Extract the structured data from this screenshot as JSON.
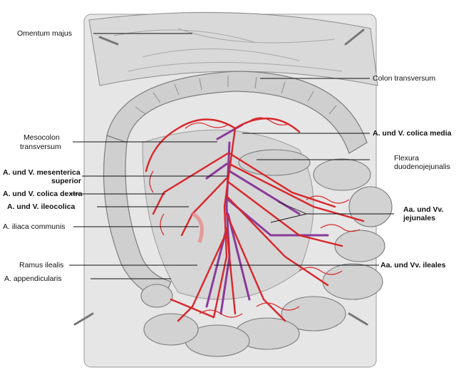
{
  "labels": {
    "omentum_majus": "Omentum majus",
    "colon_transversum": "Colon transversum",
    "mesocolon_line1": "Mesocolon",
    "mesocolon_line2": "transversum",
    "colica_media": "A. und V. colica media",
    "flexura_line1": "Flexura",
    "flexura_line2": "duodenojejunalis",
    "mesenterica_line1": "A. und V. mesenterica",
    "mesenterica_line2": "superior",
    "colica_dextra": "A. und V. colica dextra",
    "ileocolica": "A. und V. ileocolica",
    "jejunales_line1": "Aa. und Vv.",
    "jejunales_line2": "jejunales",
    "iliaca": "A. iliaca communis",
    "ramus_ilealis": "Ramus ilealis",
    "ileales": "Aa. und Vv. ileales",
    "appendicularis": "A. appendicularis"
  },
  "colors": {
    "artery": "#d8262a",
    "vein": "#8a3a9a",
    "tissue": "#c9c9c9",
    "background_tissue": "#e4e4e4",
    "leader": "#111111"
  }
}
